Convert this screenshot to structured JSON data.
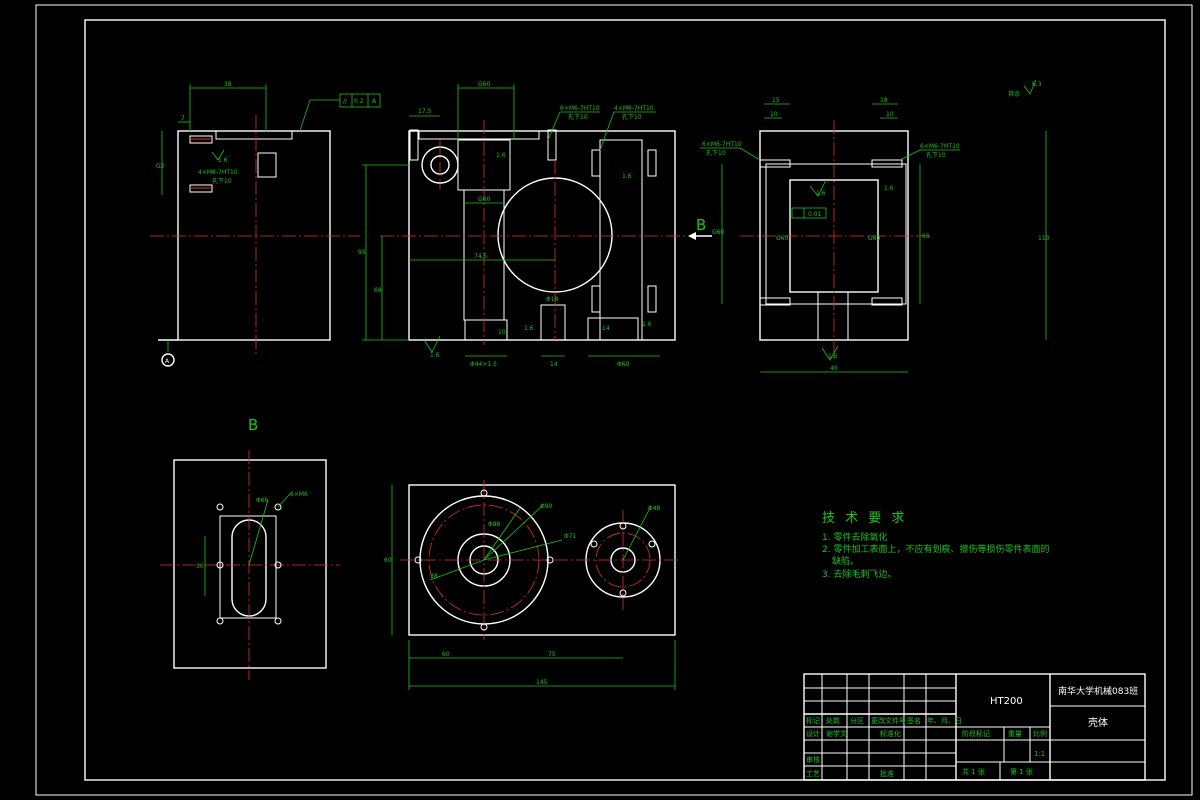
{
  "colors": {
    "background": "#000000",
    "outline": "#ffffff",
    "dimension": "#19c419",
    "centerline": "#e03030",
    "hatch": "#ffffff"
  },
  "top_left_view": {
    "dims": {
      "width": "38",
      "left_offset": "7",
      "height_tag": "G2",
      "depth_mark": "1.6"
    },
    "thread_note": "4×M8-7HT10",
    "thread_note2": "孔下10",
    "tolerance_frame": {
      "symbol": "//",
      "value": "0.2",
      "datum": "A"
    }
  },
  "main_view": {
    "dims": {
      "top_width": "G60",
      "left_edge": "17.5",
      "inner_width": "G60",
      "center_height": "74.5",
      "small_hole": "Φ18",
      "bottom_left": "Φ44×1.5",
      "bottom_mid": "14",
      "bottom_right": "Φ60",
      "height_total": "95",
      "height_mid": "69",
      "bottom_height": "10",
      "side_height": "14",
      "rough_left": "1.6",
      "rough_top": "1.6",
      "rough_bottom": "1.6",
      "rough_mid": "1.6",
      "rough_right": "1.6"
    },
    "thread_note_a": "6×M6-7HT10",
    "thread_note_a2": "孔下10",
    "thread_note_b": "4×M6-7HT10",
    "thread_note_b2": "孔下10"
  },
  "section_view": {
    "label": "B",
    "dims": {
      "left_top": "15",
      "left_top2": "10",
      "right_top": "18",
      "right_top2": "10",
      "height_total": "110",
      "height_inner": "65",
      "width_bottom": "40",
      "inner_a": "G60",
      "inner_b": "G60",
      "flatness": "0.01",
      "rough_a": "1.6",
      "rough_b": "1.6",
      "rough_c": "1.6",
      "side_tag": "G60"
    },
    "thread_note_left": "6×M6-7HT10",
    "thread_note_left2": "孔下10",
    "thread_note_right": "6×M6-7HT10",
    "thread_note_right2": "孔下10",
    "roughness_other": "其余",
    "roughness_other_val": "6.3"
  },
  "datum_symbol": "A",
  "b_view": {
    "label": "B",
    "dims": {
      "pcd": "Φ66",
      "holes": "6×M6",
      "width": "30"
    }
  },
  "plan_view": {
    "dims": {
      "d1": "Φ90",
      "d2": "Φ88",
      "d3": "Φ71",
      "d4": "Φ48",
      "d5": "38",
      "height": "60",
      "len_a": "60",
      "len_b": "75",
      "len_total": "145"
    }
  },
  "tech_requirements": {
    "title": "技 术 要 求",
    "items": [
      "1. 零件去除氧化",
      "2. 零件加工表面上，不应有划痕、擦伤等损伤零件表面的",
      "缺陷。",
      "3. 去除毛刺飞边。"
    ]
  },
  "title_block": {
    "material": "HT200",
    "school": "南华大学机械083班",
    "part_name": "壳体",
    "row_labels": [
      "标记",
      "处数",
      "分区",
      "更改文件号",
      "签名",
      "年、月、日"
    ],
    "designer_label": "设计",
    "designer": "谢学文",
    "std_label": "标准化",
    "review_label": "审核",
    "process_label": "工艺",
    "approve_label": "批准",
    "stage_label": "阶段标记",
    "weight_label": "重量",
    "scale_label": "比例",
    "scale": "1:1",
    "sheets": "共 1 张",
    "sheet_no": "第 1 张"
  }
}
